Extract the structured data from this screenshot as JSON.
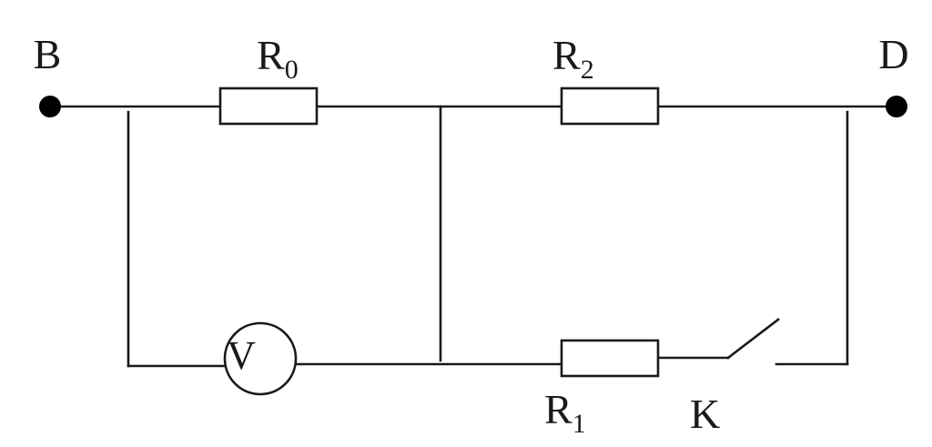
{
  "nodes": {
    "B": "B",
    "D": "D"
  },
  "resistors": {
    "R0": {
      "letter": "R",
      "sub": "0"
    },
    "R2": {
      "letter": "R",
      "sub": "2"
    },
    "R1": {
      "letter": "R",
      "sub": "1"
    }
  },
  "voltmeter": {
    "label": "V"
  },
  "switch": {
    "label": "K"
  }
}
